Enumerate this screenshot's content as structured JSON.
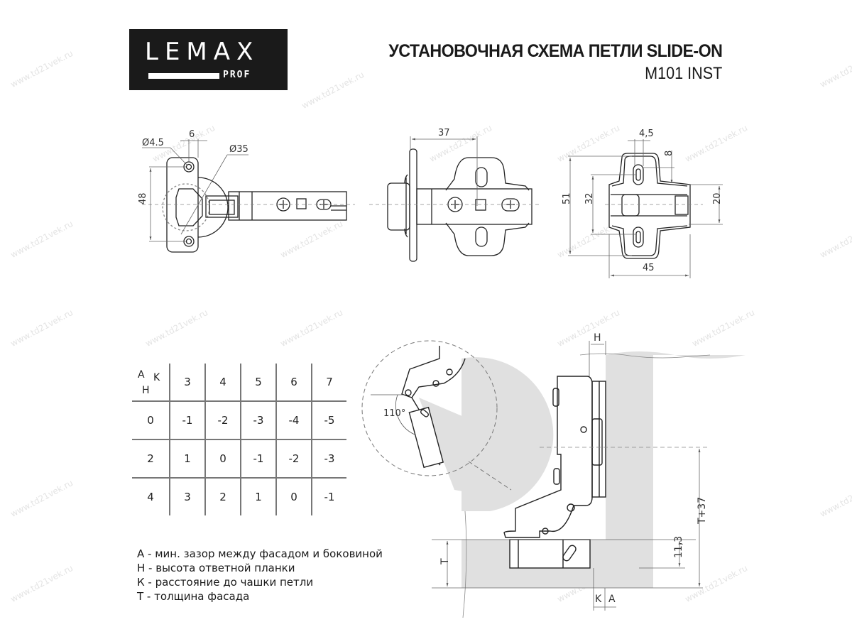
{
  "header": {
    "brand": "LEMAX",
    "brand_sub": "PROF",
    "title": "УСТАНОВОЧНАЯ СХЕМА ПЕТЛИ SLIDE-ON",
    "subtitle": "M101 INST"
  },
  "watermark": "www.td21vek.ru",
  "views": {
    "top_view": {
      "dim_hole_diameter": "Ø4.5",
      "dim_offset": "6",
      "dim_cup_diameter": "Ø35",
      "dim_height": "48"
    },
    "side_view": {
      "dim_depth": "37"
    },
    "plate_view": {
      "dim_slot": "4,5",
      "dim_slot_offset": "8",
      "dim_total_height": "51",
      "dim_hole_spacing": "32",
      "dim_arm_width": "20",
      "dim_width": "45"
    },
    "detail_view": {
      "angle": "110°"
    },
    "install_view": {
      "label_h": "H",
      "label_t": "T",
      "label_t37": "T+37",
      "label_113": "11,3",
      "label_k": "K",
      "label_a": "A"
    }
  },
  "table": {
    "corner": {
      "a": "A",
      "k": "K",
      "h": "H"
    },
    "columns": [
      "3",
      "4",
      "5",
      "6",
      "7"
    ],
    "rows": [
      {
        "h": "0",
        "values": [
          "-1",
          "-2",
          "-3",
          "-4",
          "-5"
        ]
      },
      {
        "h": "2",
        "values": [
          "1",
          "0",
          "-1",
          "-2",
          "-3"
        ]
      },
      {
        "h": "4",
        "values": [
          "3",
          "2",
          "1",
          "0",
          "-1"
        ]
      }
    ]
  },
  "legend": [
    "А - мин. зазор между фасадом и боковиной",
    "Н - высота ответной планки",
    "К - расстояние до чашки петли",
    "Т - толщина фасада"
  ],
  "colors": {
    "ink": "#1a1a1a",
    "panel_gray": "#e0e0e0",
    "dim_line": "#555555"
  }
}
